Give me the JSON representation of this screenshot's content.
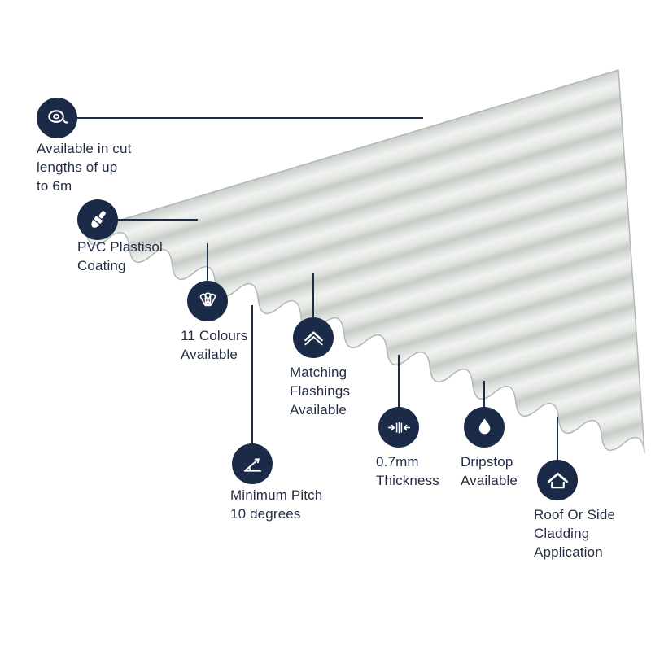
{
  "colors": {
    "icon_circle": "#1b2a47",
    "accent_line": "#1b2a47",
    "text": "#232e44",
    "sheet_light": "#f0f2ef",
    "sheet_dark": "#c7ccc7"
  },
  "callouts": [
    {
      "id": "cut-lengths",
      "icon": "tape-measure-icon",
      "label": "Available in cut\nlengths of up\nto 6m"
    },
    {
      "id": "pvc-coating",
      "icon": "paint-brush-icon",
      "label": "PVC Plastisol\nCoating"
    },
    {
      "id": "colours",
      "icon": "colour-swatch-fan-icon",
      "label": "11 Colours\nAvailable"
    },
    {
      "id": "flashings",
      "icon": "flashing-profile-icon",
      "label": "Matching\nFlashings\nAvailable"
    },
    {
      "id": "pitch",
      "icon": "pitch-angle-icon",
      "label": "Minimum Pitch\n10 degrees"
    },
    {
      "id": "thickness",
      "icon": "thickness-gauge-icon",
      "label": "0.7mm\nThickness"
    },
    {
      "id": "dripstop",
      "icon": "water-drop-icon",
      "label": "Dripstop\nAvailable"
    },
    {
      "id": "application",
      "icon": "house-icon",
      "label": "Roof Or Side\nCladding\nApplication"
    }
  ]
}
